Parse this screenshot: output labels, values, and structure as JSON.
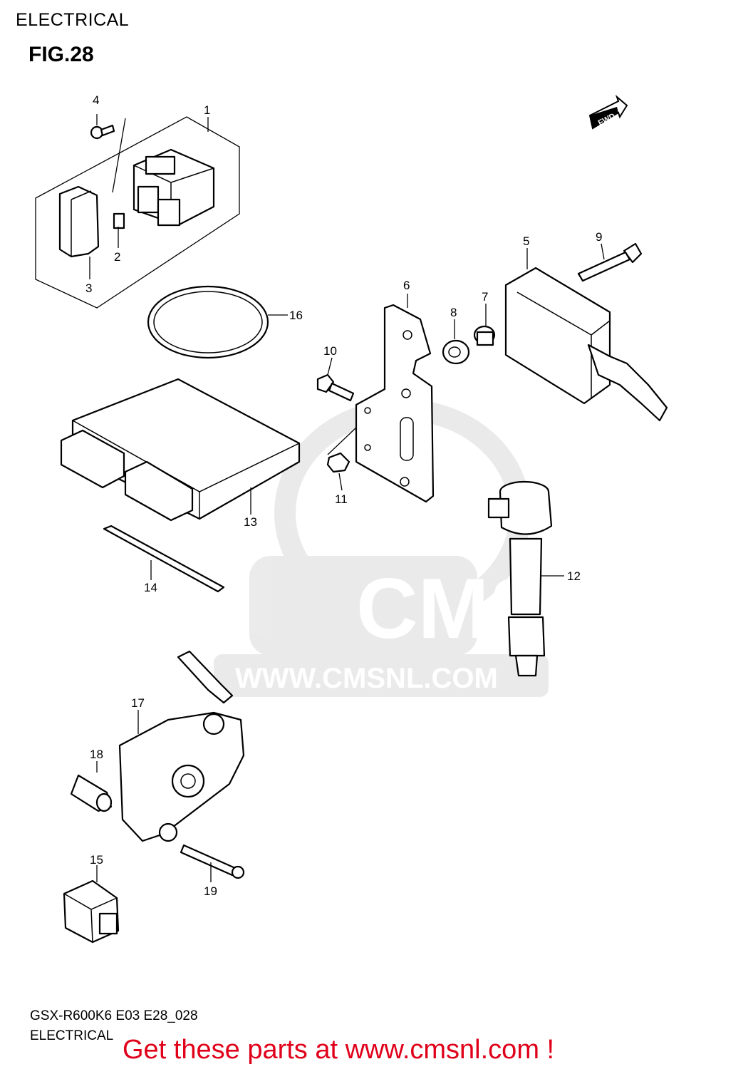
{
  "header": {
    "section_title": "ELECTRICAL",
    "figure_title": "FIG.28"
  },
  "footer": {
    "model_code": "GSX-R600K6 E03 E28_028",
    "section": "ELECTRICAL",
    "cta": "Get these parts at www.cmsnl.com !"
  },
  "watermark": {
    "brand": "CMS",
    "url": "WWW.CMSNL.COM"
  },
  "fwd_label": "FWD",
  "callouts": [
    "1",
    "2",
    "3",
    "4",
    "5",
    "6",
    "7",
    "8",
    "9",
    "10",
    "11",
    "12",
    "13",
    "14",
    "15",
    "16",
    "17",
    "18",
    "19"
  ]
}
